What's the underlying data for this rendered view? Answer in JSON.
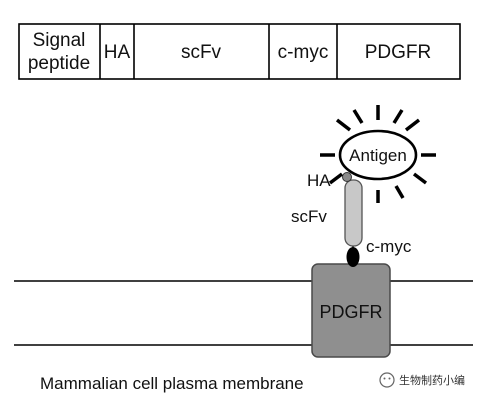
{
  "construct_bar": {
    "segments": [
      {
        "lines": [
          "Signal",
          "peptide"
        ]
      },
      {
        "lines": [
          "HA"
        ]
      },
      {
        "lines": [
          "scFv"
        ]
      },
      {
        "lines": [
          "c-myc"
        ]
      },
      {
        "lines": [
          "PDGFR"
        ]
      }
    ]
  },
  "receptor": {
    "antigen_label": "Antigen",
    "ha_label": "HA",
    "scfv_label": "scFv",
    "cmyc_label": "c-myc",
    "pdgfr_label": "PDGFR"
  },
  "membrane": {
    "caption": "Mammalian cell plasma membrane"
  },
  "watermark": {
    "text": "生物制药小编"
  },
  "colors": {
    "scfv_fill": "#c8c8c8",
    "pdgfr_fill": "#8f8f8f",
    "ha_fill": "#8a8a8a",
    "cmyc_fill": "#000000",
    "line": "#000000"
  }
}
